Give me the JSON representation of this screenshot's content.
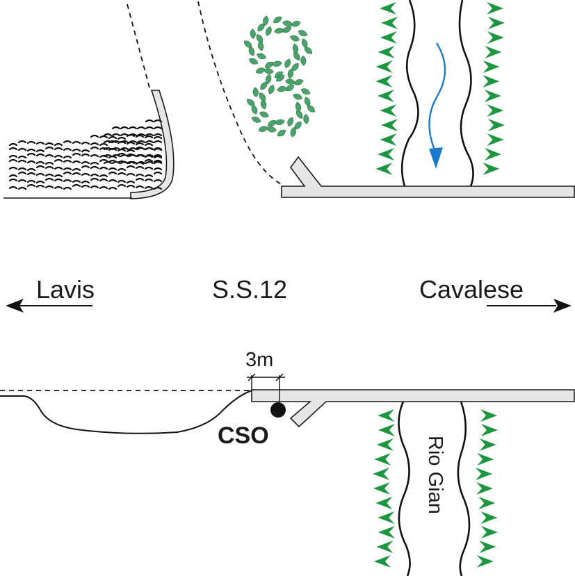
{
  "labels": {
    "left_destination": "Lavis",
    "road_name": "S.S.12",
    "right_destination": "Cavalese",
    "distance": "3m",
    "overflow": "CSO",
    "stream": "Rio Gian"
  },
  "icons": {
    "tree": "tree-icon",
    "reed": "reed-icon",
    "arrow": "arrow-icon"
  },
  "colors": {
    "vegetation": "#1e9640",
    "tree_leaf": "#4aa36a",
    "flow_arrow": "#1a7acc",
    "road_fill": "#e6e6e6",
    "ink": "#111111"
  }
}
